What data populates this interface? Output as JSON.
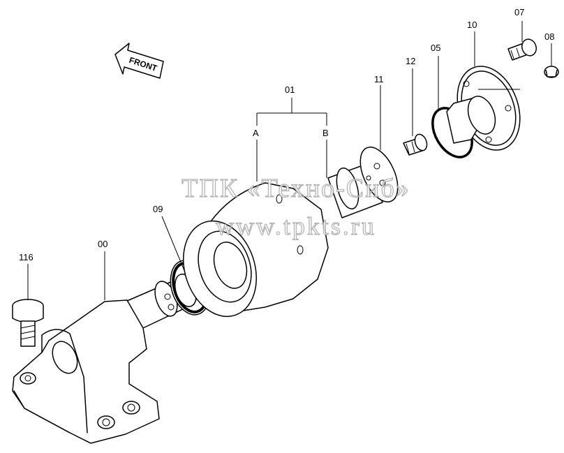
{
  "parts": {
    "p00": "00",
    "p01": "01",
    "p05": "05",
    "p07": "07",
    "p08": "08",
    "p09": "09",
    "p10": "10",
    "p11": "11",
    "p12": "12",
    "p116": "116"
  },
  "subparts": {
    "a": "A",
    "b": "B"
  },
  "direction_label": "FRONT",
  "watermark": {
    "company": "ТПК «Техно-Сиб»",
    "url": "www.tpkts.ru"
  },
  "colors": {
    "line": "#000000",
    "watermark": "#c8c8c8",
    "background": "#ffffff"
  }
}
